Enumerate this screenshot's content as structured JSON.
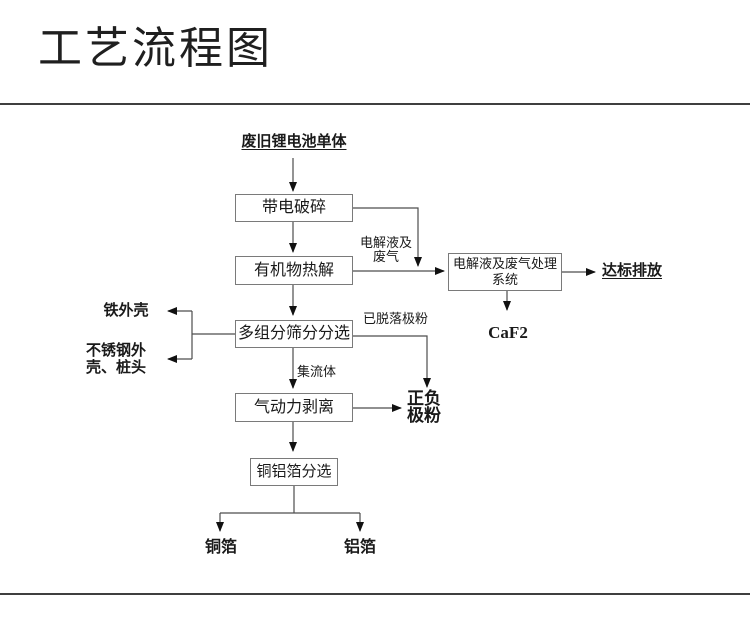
{
  "title": "工艺流程图",
  "colors": {
    "text": "#1a1a1a",
    "line": "#4d4d4d",
    "arrowhead": "#111111",
    "box_border": "#7a7a7a",
    "background": "#ffffff"
  },
  "diagram": {
    "start": "废旧锂电池单体",
    "boxes": {
      "crushing": "带电破碎",
      "pyrolysis": "有机物热解",
      "gas_treatment": "电解液及废气处理\n系统",
      "sieving": "多组分筛分分选",
      "stripping": "气动力剥离",
      "foil_sorting": "铜铝箔分选"
    },
    "edge_labels": {
      "electrolyte_gas": "电解液及\n废气",
      "detached_powder": "已脱落极粉",
      "current_collector": "集流体"
    },
    "outputs": {
      "discharge": "达标排放",
      "caf2": "CaF2",
      "iron_shell": "铁外壳",
      "stainless": "不锈钢外\n壳、桩头",
      "electrode_powder": "正负\n极粉",
      "copper_foil": "铜箔",
      "aluminum_foil": "铝箔"
    }
  }
}
